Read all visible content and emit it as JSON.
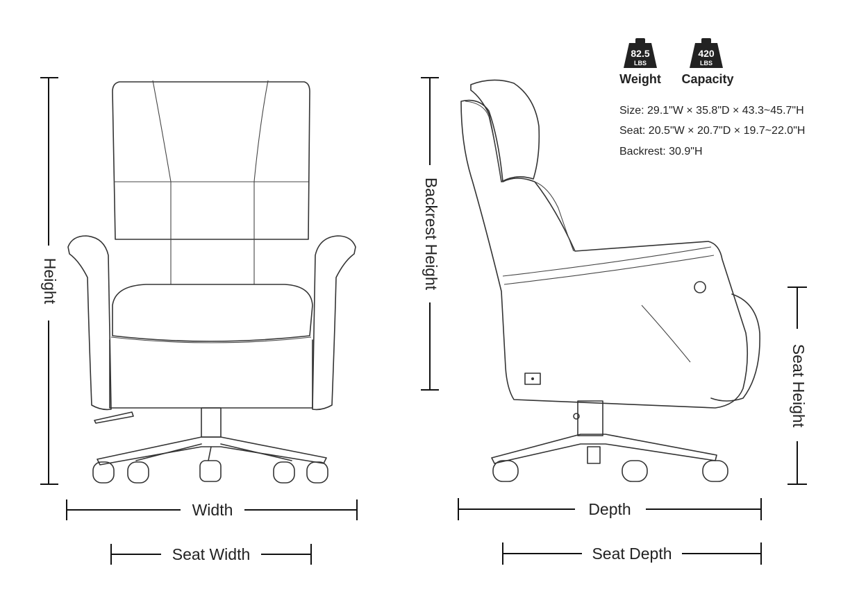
{
  "badges": {
    "weight": {
      "value": "82.5",
      "unit": "LBS",
      "label": "Weight",
      "icon": "weight-icon"
    },
    "capacity": {
      "value": "420",
      "unit": "LBS",
      "label": "Capacity",
      "icon": "weight-icon"
    }
  },
  "specs": {
    "size": "Size: 29.1\"W × 35.8\"D × 43.3~45.7\"H",
    "seat": "Seat: 20.5\"W × 20.7\"D × 19.7~22.0\"H",
    "backrest": "Backrest: 30.9\"H"
  },
  "labels": {
    "height": "Height",
    "width": "Width",
    "seat_width": "Seat Width",
    "backrest_height": "Backrest Height",
    "depth": "Depth",
    "seat_depth": "Seat Depth",
    "seat_height": "Seat Height"
  },
  "colors": {
    "line": "#333333",
    "badge": "#222222",
    "background": "#ffffff"
  }
}
